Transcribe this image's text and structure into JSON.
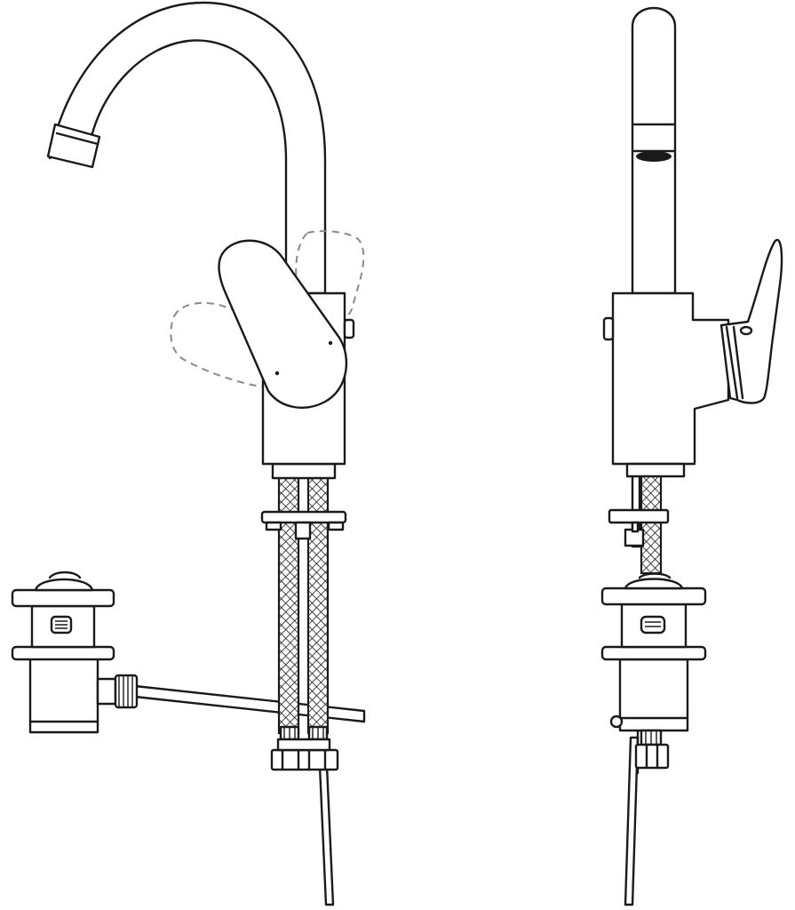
{
  "figure": {
    "type": "technical line drawing",
    "views": [
      {
        "id": "front",
        "parts": [
          "spout",
          "body",
          "lever",
          "lever-alternate-positions",
          "flexible-hoses",
          "mounting-bracket",
          "hose-connectors",
          "pop-up-waste",
          "pull-rod",
          "lift-rod"
        ]
      },
      {
        "id": "side",
        "parts": [
          "spout",
          "aerator",
          "body",
          "lever",
          "flexible-hose",
          "mounting-bracket",
          "pop-up-waste",
          "lift-rod"
        ]
      }
    ]
  },
  "colors": {
    "stroke": "#1a1a1a",
    "fill": "#ffffff",
    "dashed": "#8a8a8a",
    "background": "#ffffff"
  }
}
